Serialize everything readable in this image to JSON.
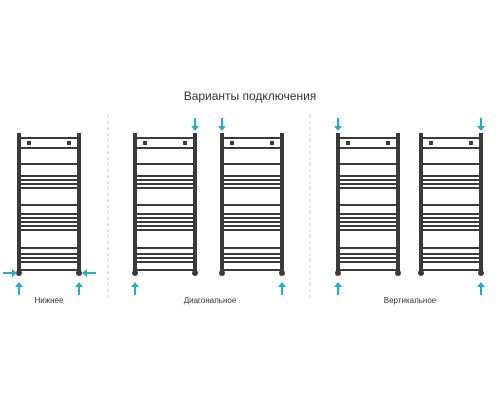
{
  "title": "Варианты подключения",
  "groups": [
    {
      "label": "Нижнее",
      "radiators": [
        {
          "arrows": [
            "bottom-left-in",
            "bottom-right-in",
            "below-left-up",
            "below-right-up"
          ]
        }
      ]
    },
    {
      "label": "Диагональное",
      "radiators": [
        {
          "arrows": [
            "top-right-down",
            "below-left-up"
          ]
        },
        {
          "arrows": [
            "top-left-down",
            "below-right-up"
          ]
        }
      ]
    },
    {
      "label": "Вертикальное",
      "radiators": [
        {
          "arrows": [
            "top-left-down",
            "below-left-up"
          ]
        },
        {
          "arrows": [
            "top-right-down",
            "below-right-up"
          ]
        }
      ]
    }
  ],
  "colors": {
    "frame": "#3a3a3a",
    "arrow": "#2fa8c4",
    "separator": "#c8c8c8",
    "text": "#333333"
  }
}
